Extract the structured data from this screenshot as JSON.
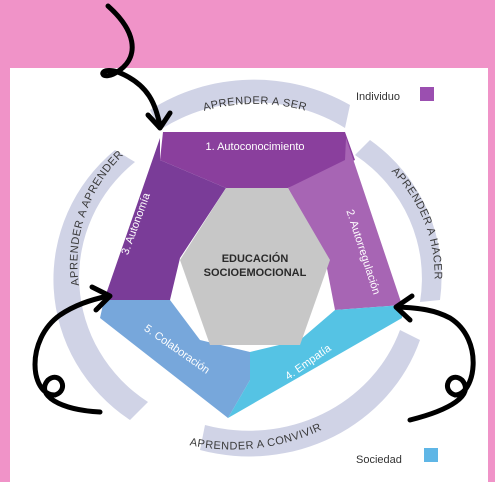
{
  "diagram": {
    "center_line1": "EDUCACIÓN",
    "center_line2": "SOCIOEMOCIONAL",
    "pieces": [
      {
        "label": "1. Autoconocimiento",
        "color": "#8a3f9d"
      },
      {
        "label": "2. Autorregulación",
        "color": "#a765b4"
      },
      {
        "label": "3. Autonomía",
        "color": "#7a3c98"
      },
      {
        "label": "4. Empatía",
        "color": "#55c3e4"
      },
      {
        "label": "5. Colaboración",
        "color": "#77a7db"
      }
    ],
    "cycle": {
      "top": "APRENDER A SER",
      "right": "APRENDER A HACER",
      "bottom": "APRENDER A CONVIVIR",
      "left": "APRENDER A APRENDER"
    },
    "legend": {
      "individual": "Individuo",
      "individual_color": "#9b4fb0",
      "society": "Sociedad",
      "society_color": "#5fb6e6"
    }
  },
  "colors": {
    "page_bg": "#f093c8",
    "ring": "#d0d3e6",
    "center_piece": "#c7c7c7",
    "arrows": "#000000"
  }
}
